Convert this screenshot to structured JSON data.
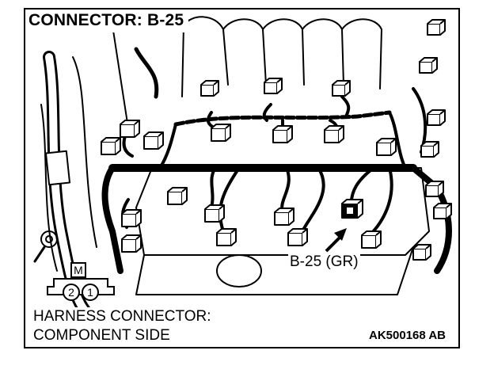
{
  "title": "CONNECTOR: B-25",
  "callout": "B-25 (GR)",
  "harness_lines": [
    "HARNESS CONNECTOR:",
    "COMPONENT SIDE"
  ],
  "figure_code": "AK500168 AB",
  "connector_symbol": {
    "key": "M",
    "pins": [
      "2",
      "1"
    ]
  }
}
